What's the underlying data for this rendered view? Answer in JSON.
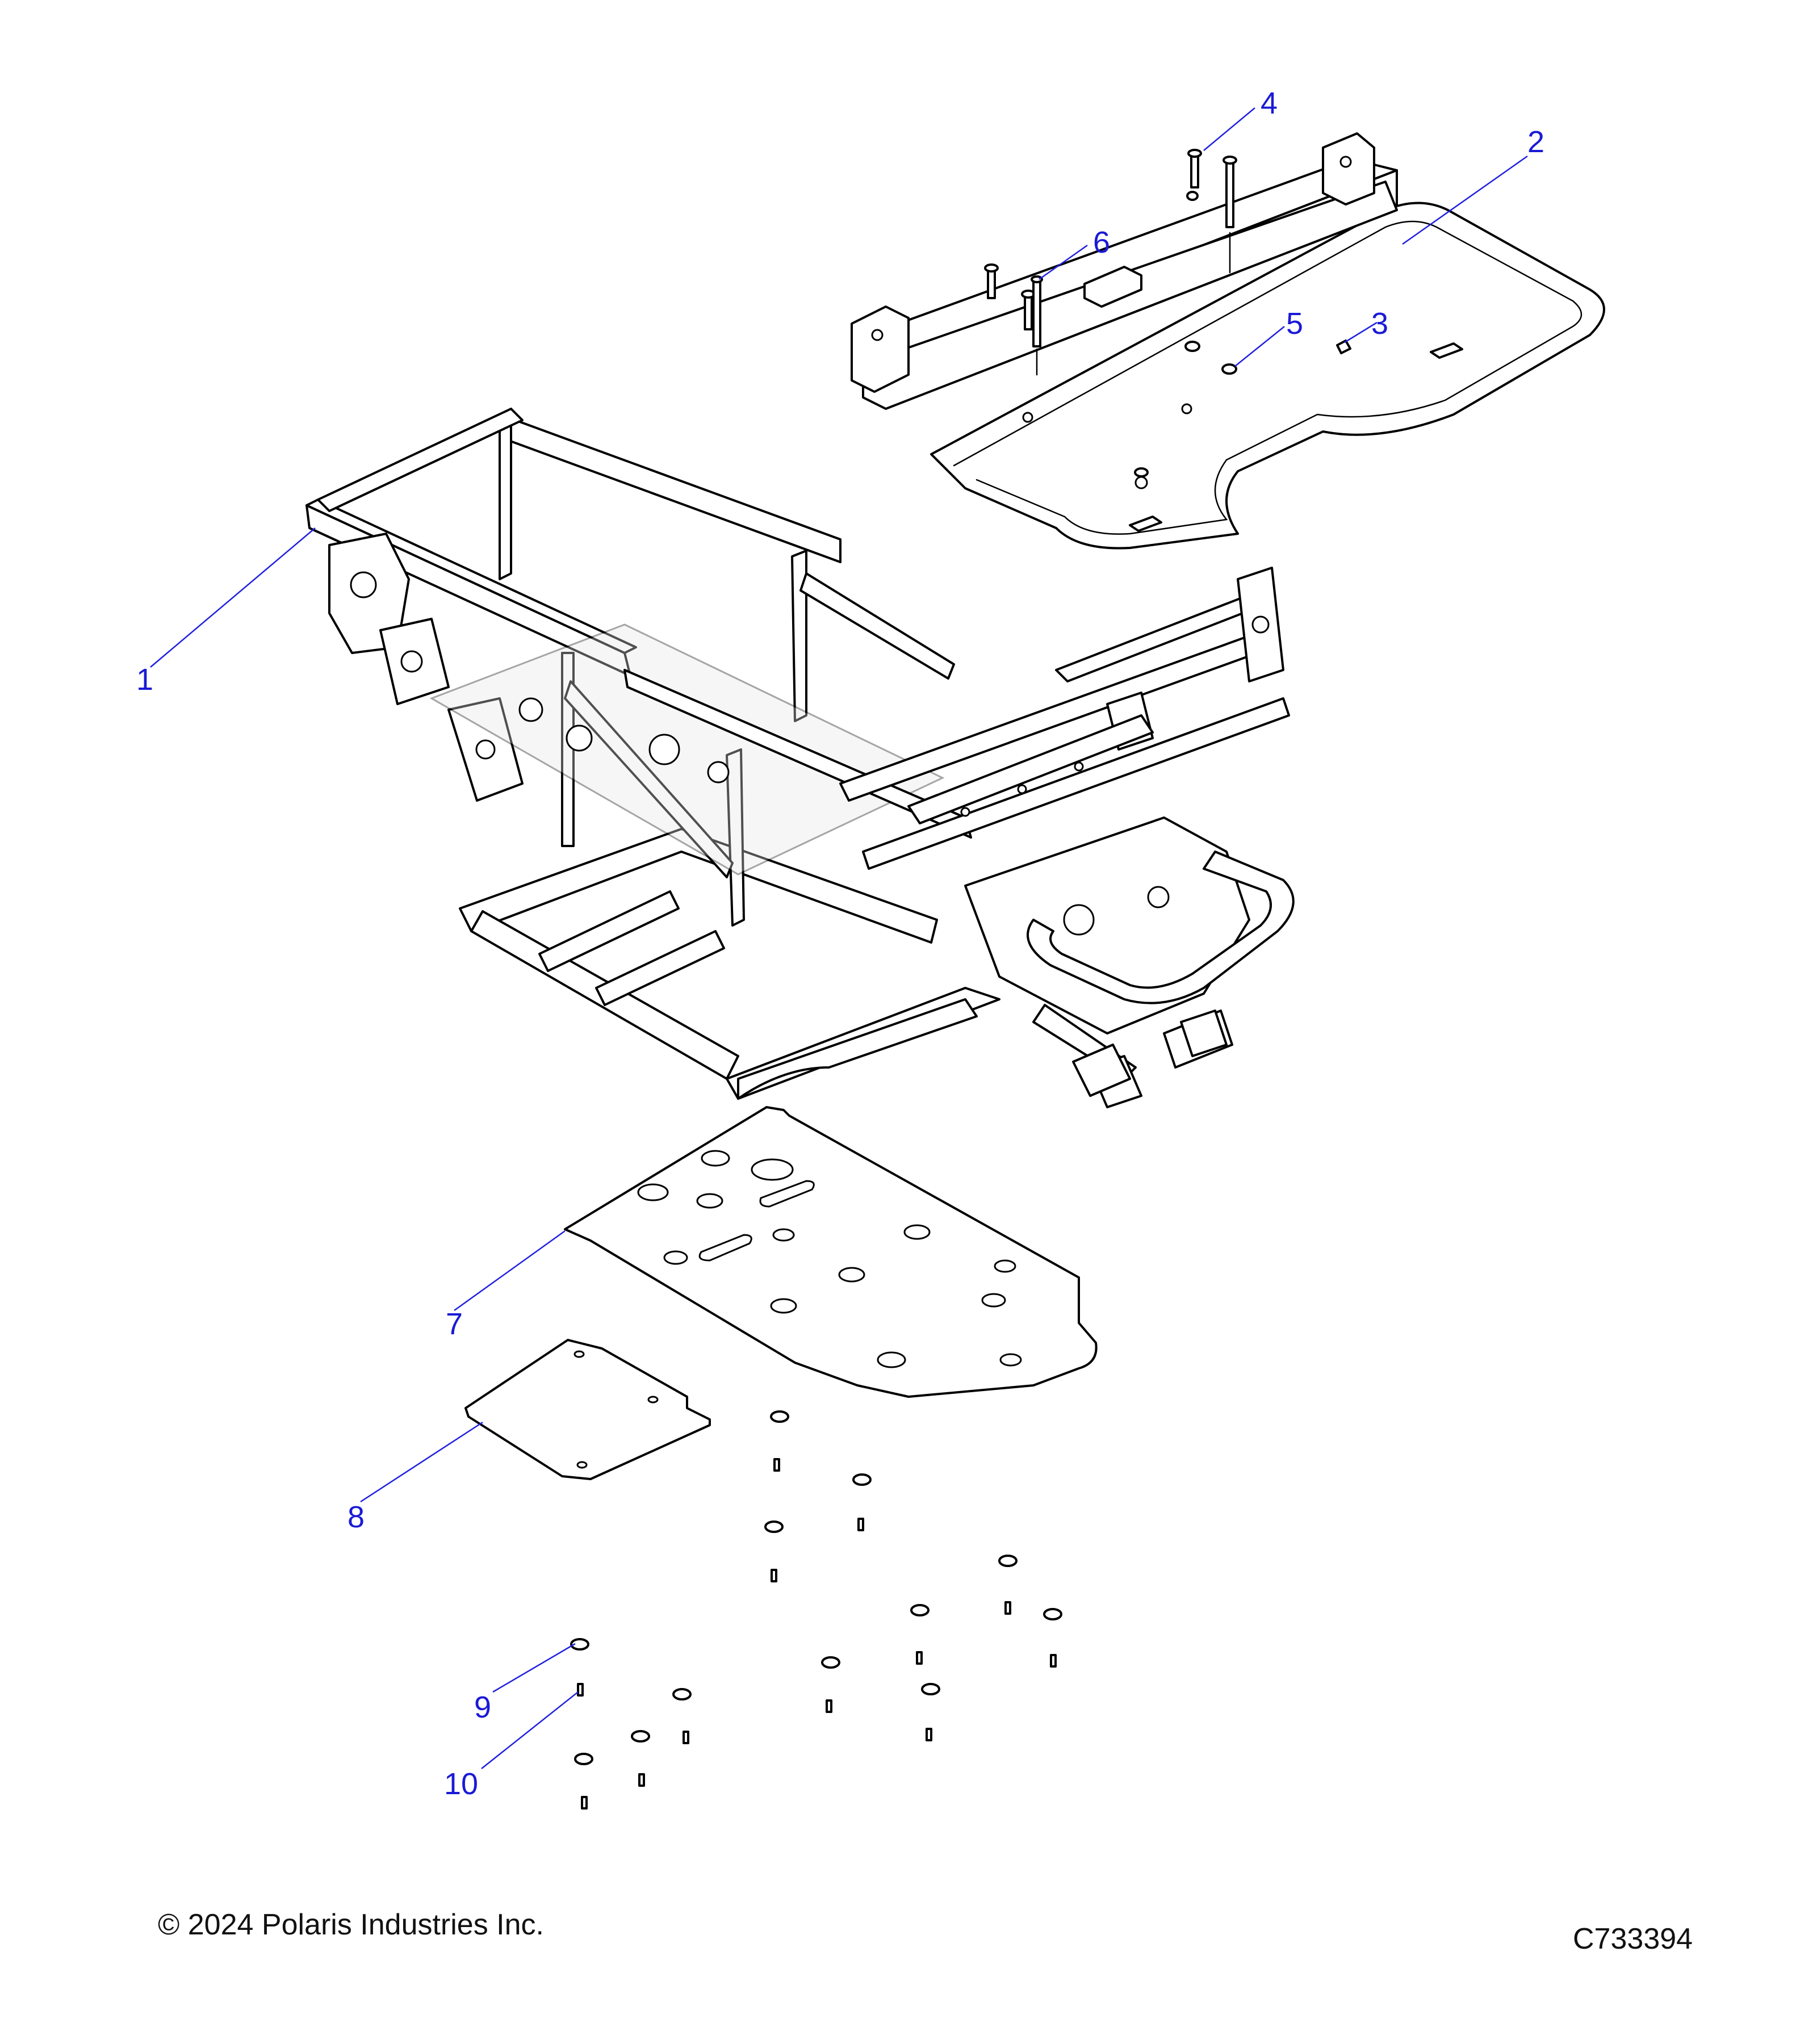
{
  "callouts": [
    {
      "id": "1",
      "label": "1"
    },
    {
      "id": "2",
      "label": "2"
    },
    {
      "id": "3",
      "label": "3"
    },
    {
      "id": "4",
      "label": "4"
    },
    {
      "id": "5",
      "label": "5"
    },
    {
      "id": "6",
      "label": "6"
    },
    {
      "id": "7",
      "label": "7"
    },
    {
      "id": "8",
      "label": "8"
    },
    {
      "id": "9",
      "label": "9"
    },
    {
      "id": "10",
      "label": "10"
    }
  ],
  "footer": {
    "copyright": "© 2024 Polaris Industries Inc.",
    "figure_id": "C733394"
  },
  "colors": {
    "callout": "#1a1ad6",
    "line": "#000000",
    "background": "#ffffff"
  }
}
